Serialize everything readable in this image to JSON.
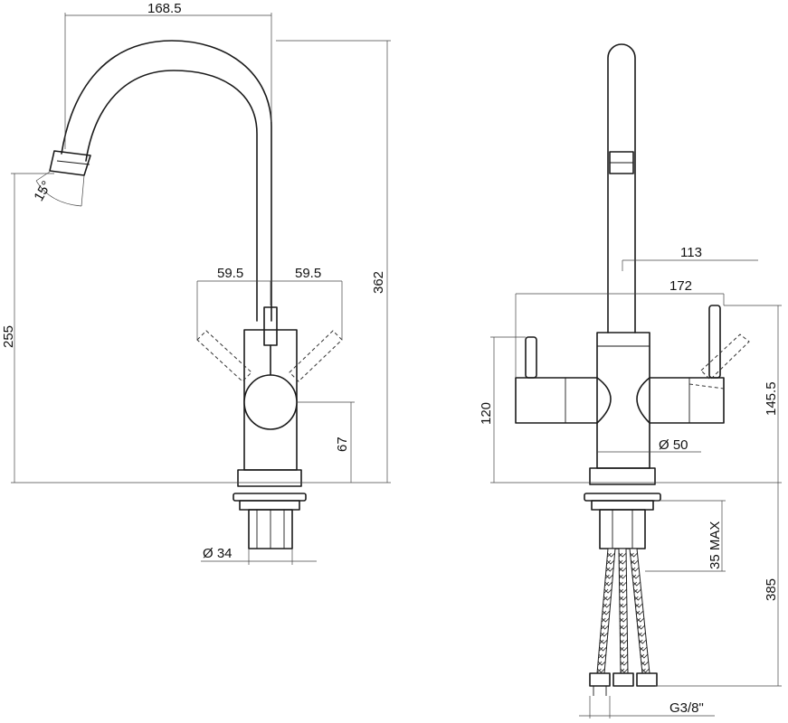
{
  "dimensions": {
    "spout_reach": "168.5",
    "spout_angle": "15°",
    "total_height": "362",
    "spout_height": "255",
    "lever_left": "59.5",
    "lever_right": "59.5",
    "body_height_left": "67",
    "base_diameter": "Ø 34",
    "width_half": "113",
    "width_total": "172",
    "lever_height": "145.5",
    "body_height_right": "120",
    "body_diameter": "Ø 50",
    "mount_max": "35 MAX",
    "hose_length": "385",
    "thread": "G3/8\""
  }
}
